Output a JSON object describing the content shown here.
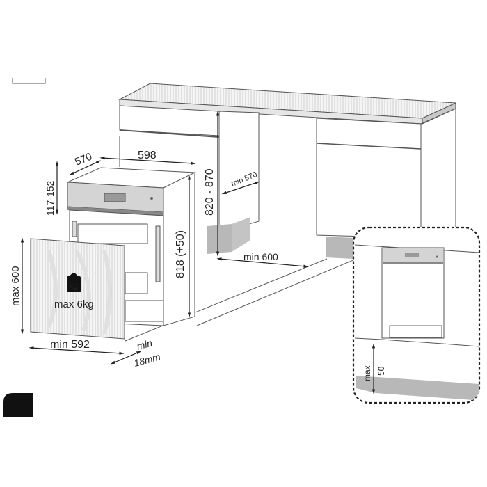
{
  "dimensions": {
    "depth": "570",
    "width": "598",
    "panel_height": "117-152",
    "height": "818 (+50)",
    "niche_height": "820 - 870",
    "niche_depth": "min 570",
    "niche_width": "min 600",
    "door_height": "max 600",
    "door_width": "min 592",
    "door_thickness_line1": "min",
    "door_thickness_line2": "18mm",
    "door_weight": "max 6kg",
    "weight_icon_label": "kg",
    "plinth_gap_line1": "max",
    "plinth_gap_line2": "50"
  },
  "colors": {
    "plinth": "#b8b8b8",
    "panel": "#d4d4d4",
    "line": "#555555"
  }
}
